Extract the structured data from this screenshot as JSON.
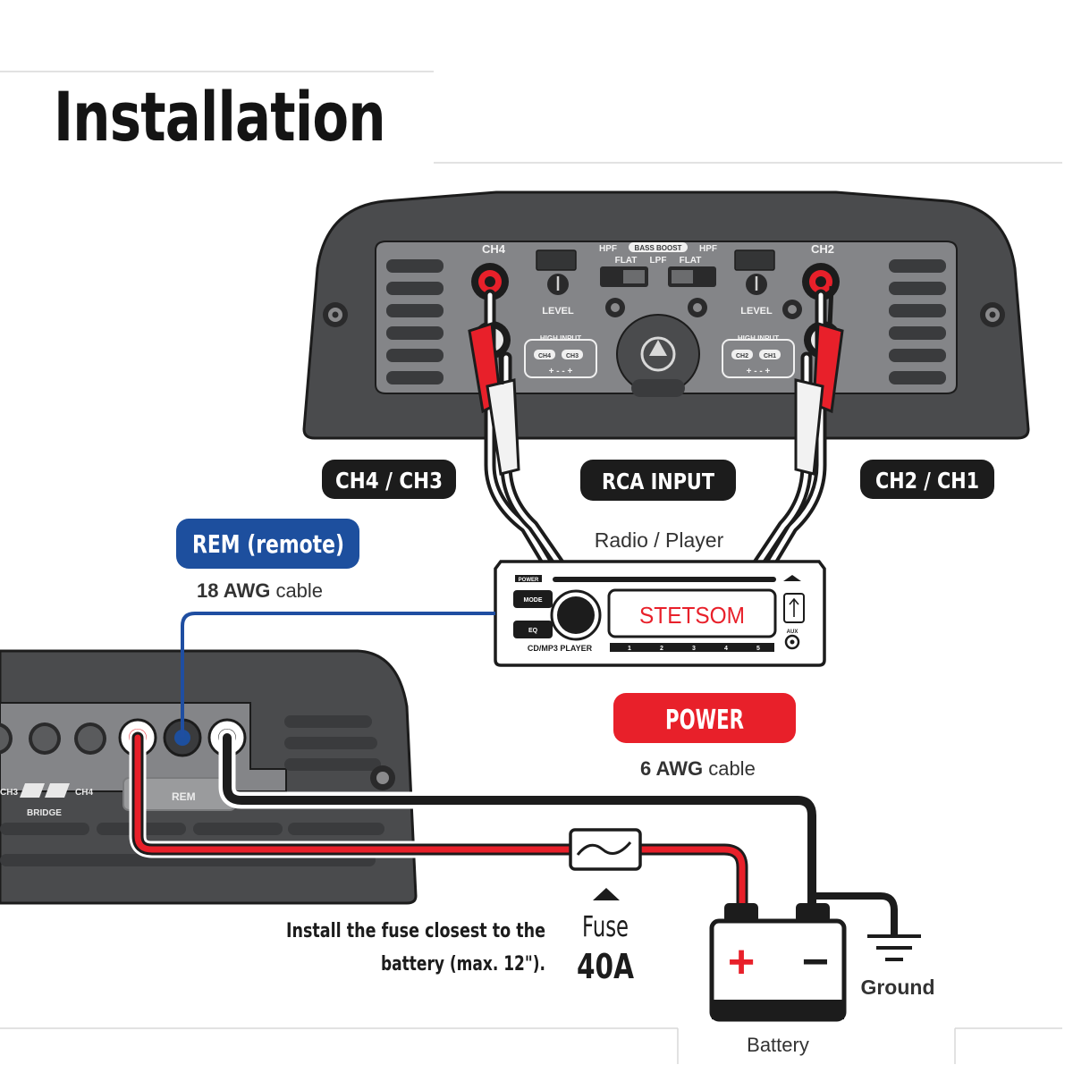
{
  "page": {
    "title": "Installation"
  },
  "amp_top": {
    "ch4": "CH4",
    "ch2": "CH2",
    "hpf_left": "HPF",
    "hpf_right": "HPF",
    "bass_boost": "BASS BOOST",
    "flat_left": "FLAT",
    "lpf": "LPF",
    "flat_right": "FLAT",
    "level_left": "LEVEL",
    "level_right": "LEVEL",
    "high_input_left": "HIGH INPUT",
    "high_input_right": "HIGH INPUT",
    "hi_ch4": "CH4",
    "hi_ch3": "CH3",
    "hi_ch2": "CH2",
    "hi_ch1": "CH1",
    "polarity_left": "+ - - +",
    "polarity_right": "+ - - +"
  },
  "labels": {
    "ch43": "CH4 / CH3",
    "rca_input": "RCA INPUT",
    "ch21": "CH2 / CH1",
    "rem": "REM (remote)",
    "rem_awg": "18 AWG",
    "rem_cable": " cable",
    "radio": "Radio / Player",
    "power": "POWER",
    "power_awg": "6 AWG",
    "power_cable": " cable",
    "fuse_note_1": "Install the fuse closest to the",
    "fuse_note_2": "battery (max. 12\").",
    "fuse": "Fuse",
    "fuse_rating": "40A",
    "ground": "Ground",
    "battery": "Battery",
    "plus": "+",
    "minus": "−"
  },
  "radio": {
    "power_btn": "POWER",
    "mode_btn": "MODE",
    "eq_btn": "EQ",
    "brand": "STETSOM",
    "model": "CD/MP3 PLAYER",
    "aux": "AUX",
    "presets": [
      "1",
      "2",
      "3",
      "4",
      "5"
    ]
  },
  "amp_side": {
    "ch3": "CH3",
    "ch4": "CH4",
    "bridge": "BRIDGE",
    "rem": "REM"
  },
  "colors": {
    "rem_wire": "#1f4ea1",
    "power_wire": "#e8202a",
    "ground_wire": "#1a1a1a",
    "label_dark": "#1c1c1c",
    "rem_badge": "#1d4f9e",
    "power_badge": "#e8202a",
    "amp_body": "#4a4b4d",
    "amp_panel": "#828386"
  }
}
